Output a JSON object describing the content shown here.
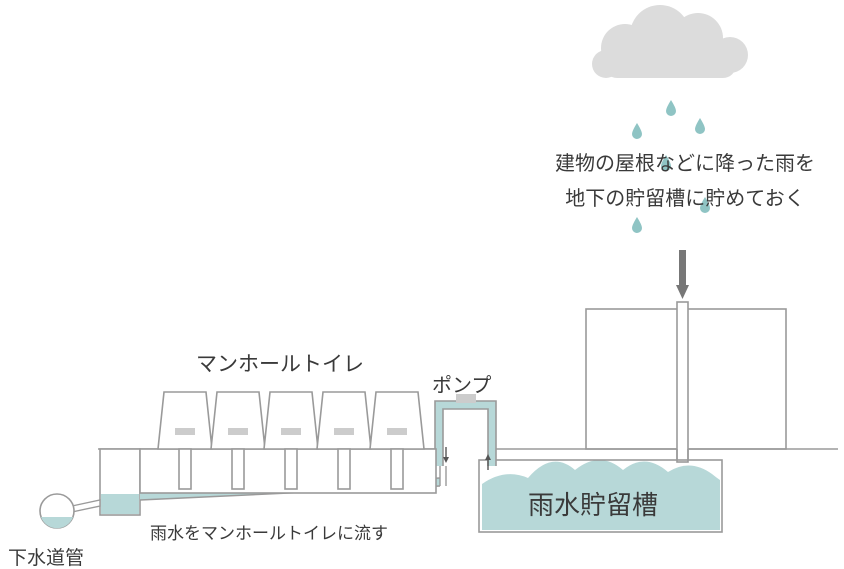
{
  "labels": {
    "rain_note_line1": "建物の屋根などに降った雨を",
    "rain_note_line2": "地下の貯留槽に貯めておく",
    "manhole_toilet": "マンホールトイレ",
    "pump": "ポンプ",
    "storage_tank": "雨水貯留槽",
    "flow": "雨水をマンホールトイレに流す",
    "sewer_pipe": "下水道管"
  },
  "colors": {
    "line": "#9a9a9a",
    "water": "#b7d8d8",
    "cloud": "#dcdcdc",
    "rain": "#8fc4c4",
    "arrow": "#777777",
    "text": "#3a3a3a"
  },
  "toilet_count": 5
}
